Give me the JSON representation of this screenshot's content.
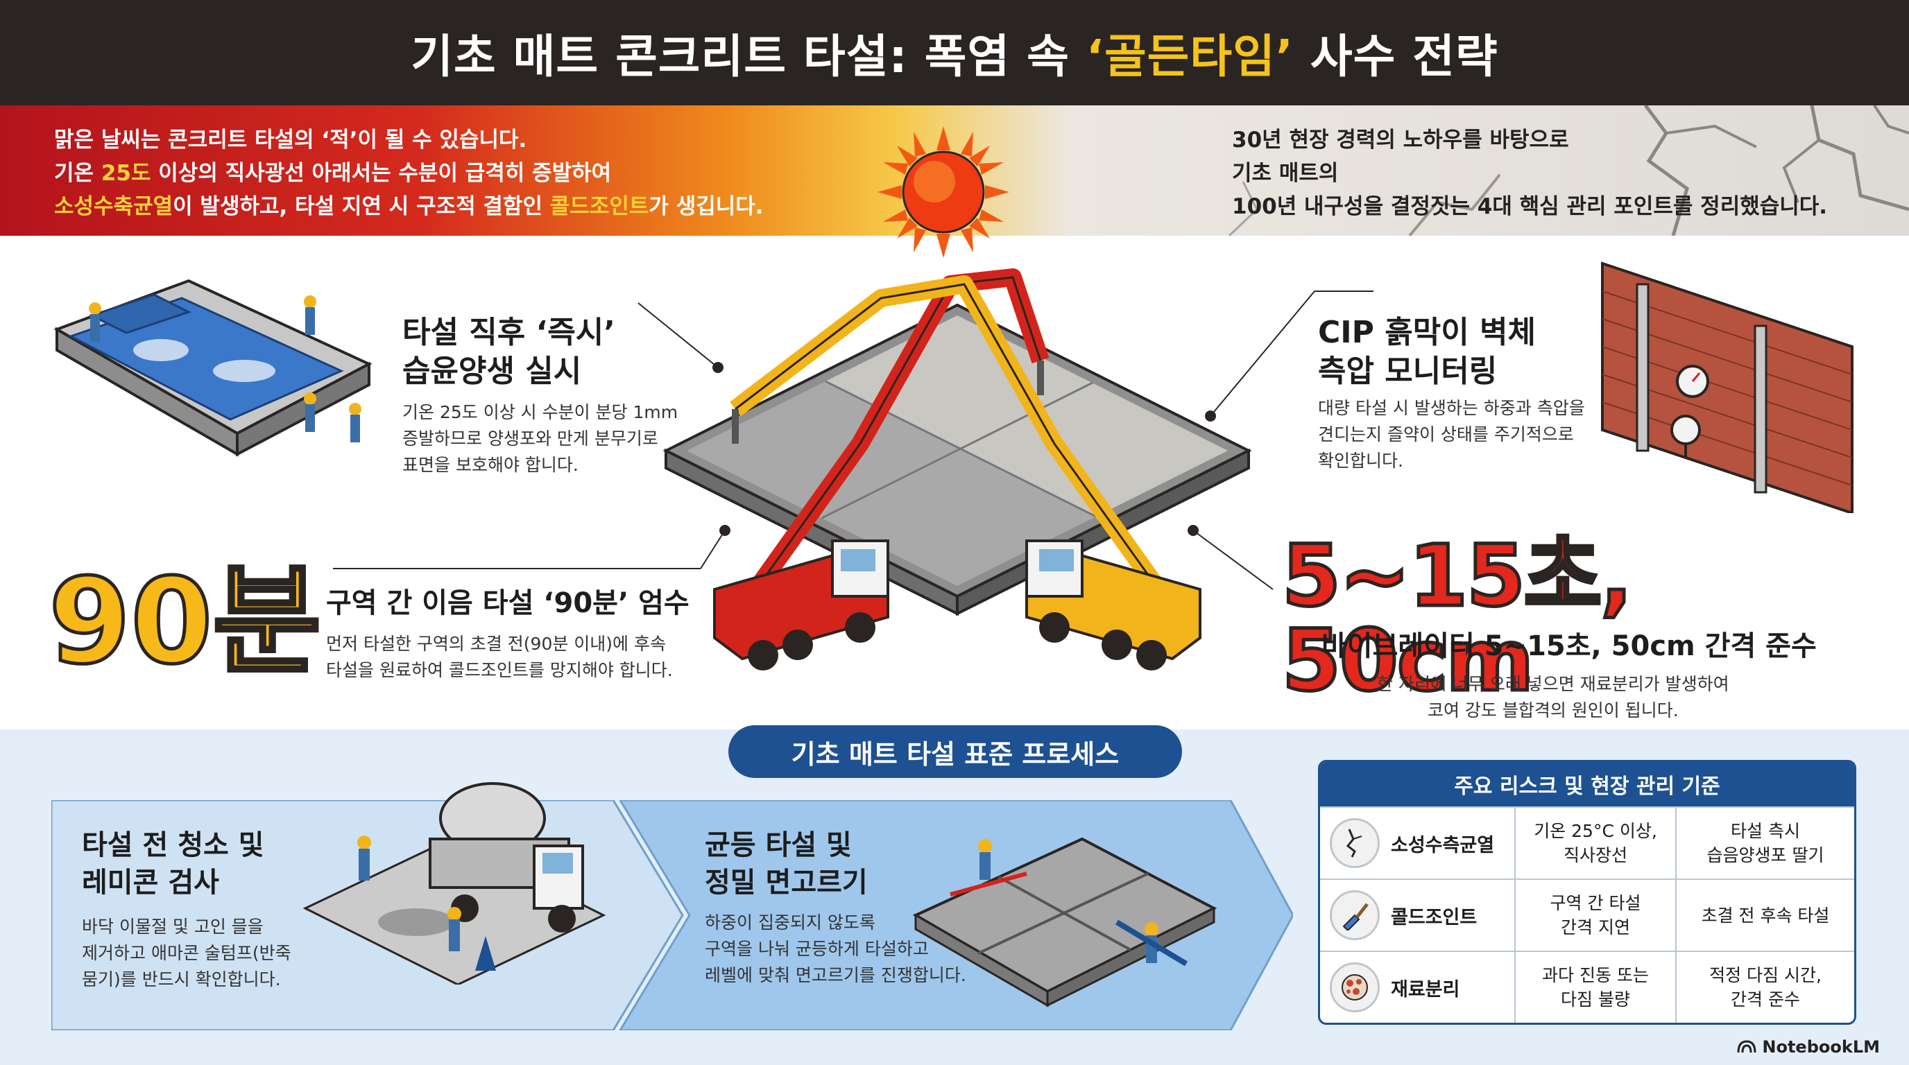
{
  "header": {
    "title_pre": "기초 매트 콘크리트 타설: 폭염 속 ",
    "title_accent": "‘골든타임’",
    "title_post": " 사수 전략"
  },
  "banner": {
    "left_line1": "맑은 날씨는 콘크리트 타설의 ‘적’이 될 수 있습니다.",
    "left_line2_pre": "기온 ",
    "left_line2_hl": "25도",
    "left_line2_post": " 이상의 직사광선 아래서는 수분이 급격히 증발하여",
    "left_line3_hl1": "소성수축균열",
    "left_line3_mid": "이 발생하고, 타설 지연 시 구조적 결함인 ",
    "left_line3_hl2": "콜드조인트",
    "left_line3_post": "가 생깁니다.",
    "right_line1": "30년 현장 경력의 노하우를 바탕으로",
    "right_line2": "기초 매트의",
    "right_line3": "100년 내구성을 결정짓는 4대 핵심 관리 포인트를 정리했습니다."
  },
  "points": {
    "curing": {
      "title_line1": "타설 직후 ‘즉시’",
      "title_line2": "습윤양생 실시",
      "body_line1": "기온 25도 이상 시 수분이 분당 1mm",
      "body_line2": "증발하므로 양생포와 만게 분무기로",
      "body_line3": "표면을 보호해야 합니다."
    },
    "cip": {
      "title_line1": "CIP 흙막이 벽체",
      "title_line2": "측압 모니터링",
      "body_line1": "대량 타설 시 발생하는 하중과 측압을",
      "body_line2": "견디는지 즐약이 상태를 주기적으로",
      "body_line3": "확인합니다."
    },
    "continuity": {
      "big": "90분",
      "title": "구역 간 이음 타설 ‘90분’ 엄수",
      "body_line1": "먼저 타설한 구역의 초결 전(90분 이내)에 후속",
      "body_line2": "타설을 원료하여 콜드조인트를 망지해야 합니다."
    },
    "vibrator": {
      "big": "5~15초, 50cm",
      "title": "바이브레이터 5~15초, 50cm 간격 준수",
      "body_line1": "한 자리에 너무 오래 넣으면 재료분리가 발생하여",
      "body_line2": "코여 강도 블합격의 원인이 됩니다."
    }
  },
  "process": {
    "label": "기초 매트 타설 표준 프로세스",
    "step1": {
      "title_line1": "타설 전 청소 및",
      "title_line2": "레미콘 검사",
      "body_line1": "바닥 이물절 및 고인 믈을",
      "body_line2": "제거하고 애마콘 술텀프(반죽",
      "body_line3": "뭄기)를 반드시 확인합니다."
    },
    "step2": {
      "title_line1": "균등 타설 및",
      "title_line2": "정밀 면고르기",
      "body_line1": "하중이 집중되지 않도록",
      "body_line2": "구역을 나눠 균등하게 타설하고",
      "body_line3": "레벨에 맞춰 면고르기를 진쟁합니다."
    }
  },
  "risk_table": {
    "title": "주요 리스크 및 현장 관리 기준",
    "rows": [
      {
        "icon": "crack-icon",
        "name": "소성수측균열",
        "cause_line1": "기온 25°C 이상,",
        "cause_line2": "직사장선",
        "action_line1": "타설 측시",
        "action_line2": "습음양생포 딸기"
      },
      {
        "icon": "trowel-icon",
        "name": "콜드조인트",
        "cause_line1": "구역 간 타설",
        "cause_line2": "간격 지연",
        "action_line1": "초결 전 후속 타설",
        "action_line2": ""
      },
      {
        "icon": "aggregate-icon",
        "name": "재료분리",
        "cause_line1": "과다 진동 또는",
        "cause_line2": "다짐 불량",
        "action_line1": "적정 다짐 시간,",
        "action_line2": "간격 준수"
      }
    ]
  },
  "brand": {
    "name": "NotebookLM"
  },
  "colors": {
    "navy": "#1d5192",
    "orange": "#f7b819",
    "red": "#e4281d",
    "dark": "#2a2522"
  }
}
